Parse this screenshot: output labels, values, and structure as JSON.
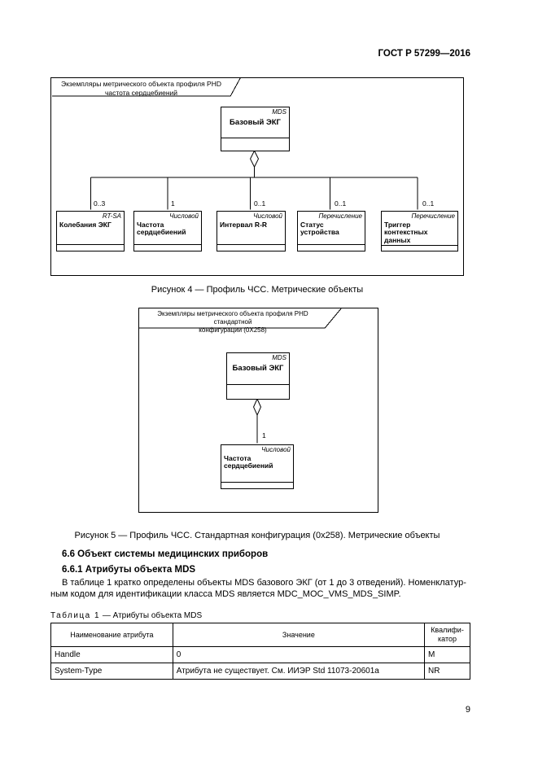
{
  "colors": {
    "text": "#000000",
    "background": "#ffffff",
    "line": "#000000"
  },
  "page": {
    "header": "ГОСТ Р 57299—2016",
    "number": "9"
  },
  "figure4": {
    "frame_label": "Экземпляры метрического объекта профиля PHD\nчастота сердцебиений",
    "parent": {
      "stereotype": "MDS",
      "name": "Базовый ЭКГ"
    },
    "children": [
      {
        "multiplicity": "0..3",
        "stereotype": "RT-SA",
        "name": "Колебания ЭКГ"
      },
      {
        "multiplicity": "1",
        "stereotype": "Числовой",
        "name": "Частота сердцебиений"
      },
      {
        "multiplicity": "0..1",
        "stereotype": "Числовой",
        "name": "Интервал R-R"
      },
      {
        "multiplicity": "0..1",
        "stereotype": "Перечисление",
        "name": "Статус устройства"
      },
      {
        "multiplicity": "0..1",
        "stereotype": "Перечисление",
        "name": "Триггер контекстных данных"
      }
    ],
    "caption": "Рисунок 4 — Профиль ЧСС. Метрические объекты"
  },
  "figure5": {
    "frame_label": "Экземпляры метрического объекта профиля PHD стандартной\nконфигурации (0X258)",
    "parent": {
      "stereotype": "MDS",
      "name": "Базовый ЭКГ"
    },
    "child": {
      "multiplicity": "1",
      "stereotype": "Числовой",
      "name": "Частота сердцебиений"
    },
    "caption": "Рисунок 5 — Профиль ЧСС. Стандартная конфигурация (0x258). Метрические объекты"
  },
  "section": {
    "heading_6_6": "6.6 Объект системы медицинских приборов",
    "heading_6_6_1": "6.6.1 Атрибуты объекта MDS",
    "paragraph": "В таблице 1 кратко определены объекты MDS базового ЭКГ (от 1 до 3 отведений). Номенклатур-\nным кодом для идентификации класса MDS является MDC_MOC_VMS_MDS_SIMP."
  },
  "table1": {
    "title_label": "Таблица 1",
    "title_rest": "— Атрибуты объекта MDS",
    "headers": [
      "Наименование атрибута",
      "Значение",
      "Квалифи-\nкатор"
    ],
    "rows": [
      {
        "attribute": "Handle",
        "value": "0",
        "qualifier": "M"
      },
      {
        "attribute": "System-Type",
        "value": "Атрибута не существует. См. ИИЭР Std 11073-20601a",
        "qualifier": "NR"
      }
    ]
  }
}
